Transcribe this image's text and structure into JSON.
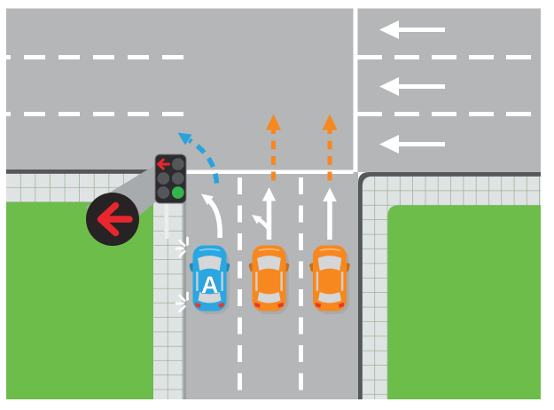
{
  "scene_label": "road-intersection-traffic-diagram",
  "cars": [
    {
      "label": "A",
      "color": "car_blue",
      "lane": "left",
      "indicators_flashing": true,
      "maneuver_arrow": "curve-left"
    },
    {
      "label": "",
      "color": "car_orange",
      "lane": "middle",
      "indicators_flashing": false,
      "maneuver_arrow": "straight-with-left-fork"
    },
    {
      "label": "",
      "color": "car_orange",
      "lane": "right",
      "indicators_flashing": false,
      "maneuver_arrow": "straight"
    }
  ],
  "traffic_light": {
    "columns": 2,
    "rows": 3,
    "lights": [
      {
        "position": "top-left",
        "state": "on",
        "glyph": "left-arrow",
        "color": "red"
      },
      {
        "position": "top-right",
        "state": "off"
      },
      {
        "position": "middle-left",
        "state": "off"
      },
      {
        "position": "middle-right",
        "state": "off"
      },
      {
        "position": "bottom-left",
        "state": "off"
      },
      {
        "position": "bottom-right",
        "state": "on",
        "color": "green"
      }
    ],
    "magnified_light": "red-left-arrow"
  },
  "road_markings": {
    "horizontal_road_west_arrows": 3,
    "horizontal_road_dashed_lane_lines": 2,
    "vertical_road_dashed_lane_lines": 2,
    "stop_line": true,
    "projected_path_arrows_orange": 2,
    "intended_path_arrow_blue": 1
  },
  "colors": {
    "road": "#b5b6b8",
    "grass": "#6cbd4a",
    "tile": "#e0e3e3",
    "tile_line": "#8fac8c",
    "curb_dark": "#54585a",
    "curb_gray": "#9da1a3",
    "marking_white": "#ffffff",
    "car_orange": "#f6881f",
    "car_blue": "#2aa7e0",
    "blue_arrow": "#2aa2dc",
    "red": "#e8262d",
    "taillight": "#e23a2e",
    "signal_green": "#34b44a",
    "signal_body": "#2c2c2e",
    "signal_off": "#55565a",
    "magnifier_black": "#272324",
    "wedge": "#a8abad",
    "window_gray": "#d4d6d7",
    "pole": "#eceeee",
    "shadow": "#9da0a2"
  }
}
